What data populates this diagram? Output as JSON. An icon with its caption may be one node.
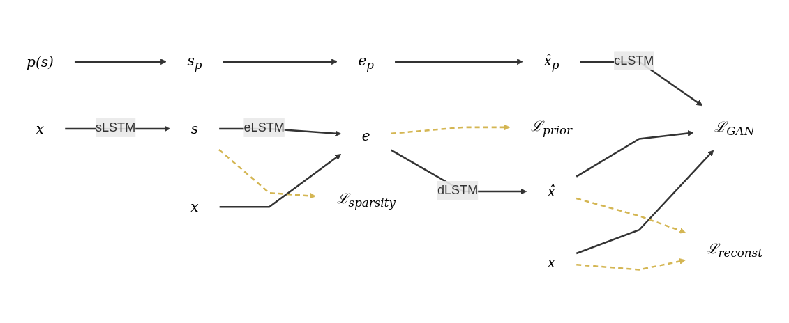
{
  "diagram": {
    "nodes": [
      {
        "text": [
          "p(s)"
        ]
      },
      {
        "text": [
          "s$_{p}$"
        ]
      },
      {
        "text": [
          "s"
        ]
      },
      {
        "text": [
          "x"
        ]
      },
      {
        "text": [
          "x"
        ]
      },
      {
        "text": [
          "e$_{p}$"
        ]
      },
      {
        "text": [
          "e"
        ]
      },
      {
        "text": [
          "ℒ$_{prior}$"
        ]
      },
      {
        "text": [
          "ℒ$_{sparsity}$"
        ]
      },
      {
        "text": [
          "x̂"
        ]
      },
      {
        "text": [
          "x̂$_{p}$"
        ]
      },
      {
        "text": [
          "x"
        ]
      },
      {
        "text": [
          "ℒ$_{GAN}$"
        ]
      },
      {
        "text": [
          "ℒ$_{reconst}$"
        ]
      }
    ],
    "edges": [
      {
        "from": 3,
        "to": 2,
        "arrow": "to",
        "label": "sLSTM"
      },
      {
        "from": 0,
        "to": 1,
        "arrow": "to"
      },
      {
        "from": 1,
        "to": 5,
        "arrow": "to"
      },
      {
        "from": 2,
        "to": 6,
        "arrow": "to",
        "label": "eLSTM"
      },
      {
        "from": 4,
        "to": 6,
        "arrow": "to"
      },
      {
        "from": 2,
        "to": 8,
        "arrow": "to",
        "style": "dashed",
        "color": "#d4b653"
      },
      {
        "from": 6,
        "to": 7,
        "arrow": "to",
        "style": "dashed",
        "color": "#d4b653"
      },
      {
        "from": 6,
        "to": 9,
        "arrow": "to",
        "label": "dLSTM"
      },
      {
        "from": 5,
        "to": 10,
        "arrow": "to"
      },
      {
        "from": 10,
        "to": 12,
        "arrow": "to",
        "label": "cLSTM"
      },
      {
        "from": 9,
        "to": 12,
        "arrow": "to"
      },
      {
        "from": 11,
        "to": 12,
        "arrow": "to"
      },
      {
        "from": 9,
        "to": 13,
        "arrow": "to",
        "style": "dashed",
        "color": "#d4b653"
      },
      {
        "from": 11,
        "to": 13,
        "arrow": "to",
        "style": "dashed",
        "color": "#d4b653"
      }
    ]
  }
}
